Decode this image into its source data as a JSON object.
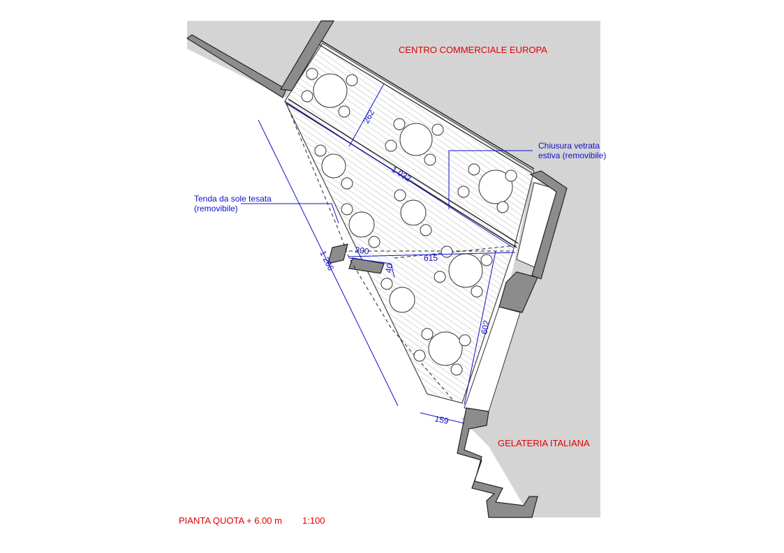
{
  "labels": {
    "centro": "CENTRO COMMERCIALE EUROPA",
    "gelateria": "GELATERIA ITALIANA",
    "chiusura_line1": "Chiusura vetrata",
    "chiusura_line2": "estiva (removibile)",
    "tenda_line1": "Tenda da sole tesata",
    "tenda_line2": "(removibile)",
    "pianta": "PIANTA QUOTA + 6.00 m",
    "scale": "1:100"
  },
  "dimensions": {
    "d262": "262",
    "d1032": "1 032",
    "d1206": "1 206",
    "d200": "200",
    "d615": "615",
    "d40": "40",
    "d602": "602",
    "d159": "159"
  },
  "colors": {
    "annotation_red": "#e00000",
    "annotation_blue": "#1010c8",
    "building_fill": "#d4d4d4",
    "wall_fill": "#8c8c8c"
  }
}
